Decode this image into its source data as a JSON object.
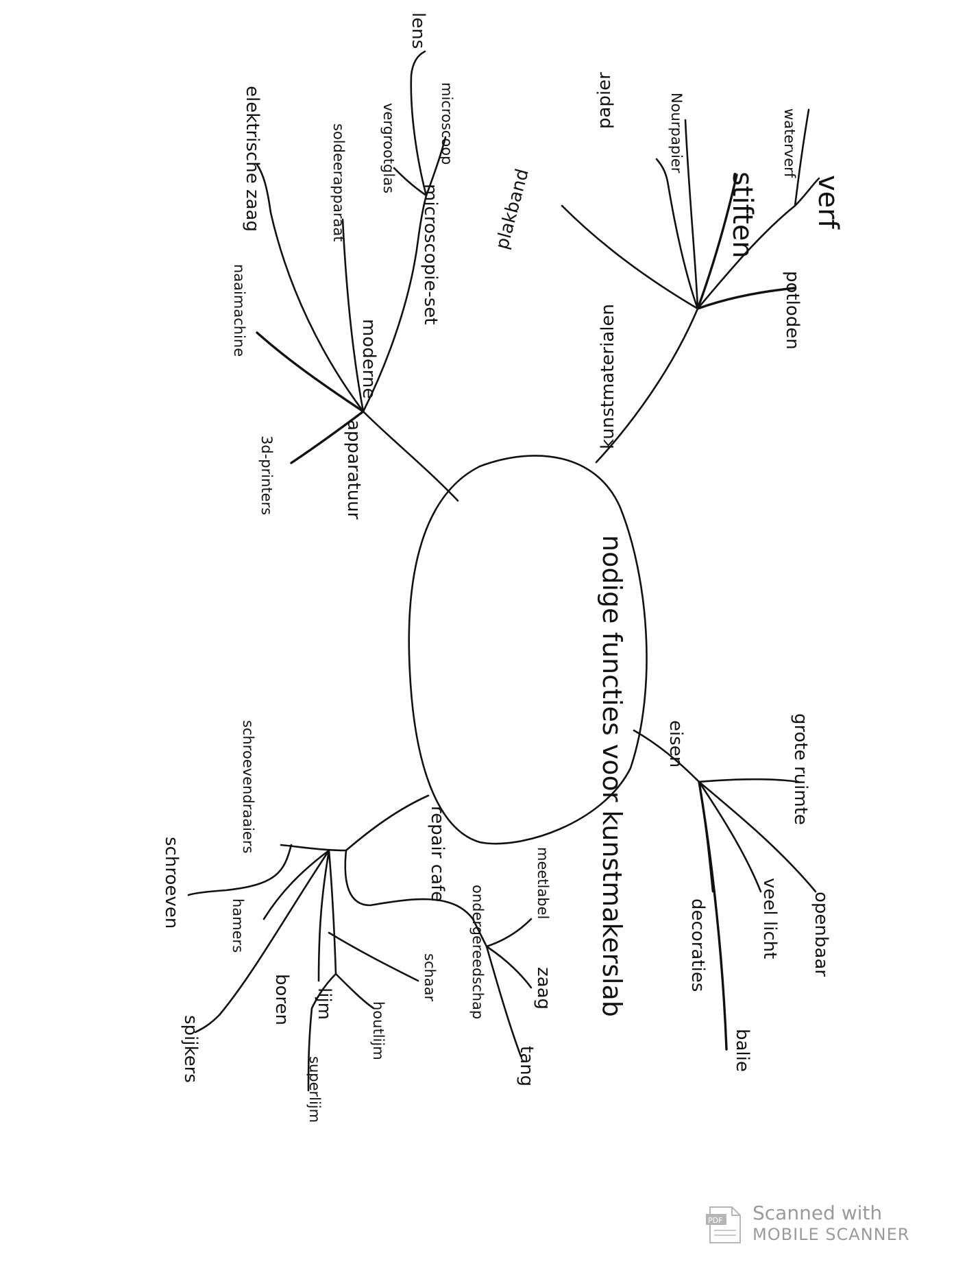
{
  "mindmap": {
    "center": "nodige functies voor kunstmakerslab",
    "branches": {
      "kunstmaterialen": {
        "label": "kunstmaterialen",
        "children": [
          "plakband",
          "papier",
          "Nourpapier",
          "stiften",
          "verf",
          "potloden",
          "waterverf"
        ]
      },
      "moderne_apparatuur": {
        "label": "moderne apparatuur",
        "moderne": "moderne",
        "apparatuur": "apparatuur",
        "children": [
          "lens",
          "microscoop",
          "vergrootglas",
          "microscopie-set",
          "soldeerapparaat",
          "elektrische zaag",
          "naaimachine",
          "3d-printers"
        ]
      },
      "eisen": {
        "label": "eisen",
        "children": [
          "grote ruimte",
          "openbaar",
          "veel licht",
          "decoraties",
          "balie"
        ]
      },
      "repair_cafe": {
        "label": "repair cafe",
        "children": [
          "schroevendraaiers",
          "schroeven",
          "hamers",
          "spijkers",
          "boren",
          "lijm",
          "houtlijm",
          "superlijm",
          "schaar",
          "ondergereedschap",
          "meetlabel",
          "zaag",
          "tang"
        ]
      }
    }
  },
  "watermark": {
    "line1": "Scanned with",
    "line2": "MOBILE SCANNER",
    "icon": "pdf-icon"
  }
}
